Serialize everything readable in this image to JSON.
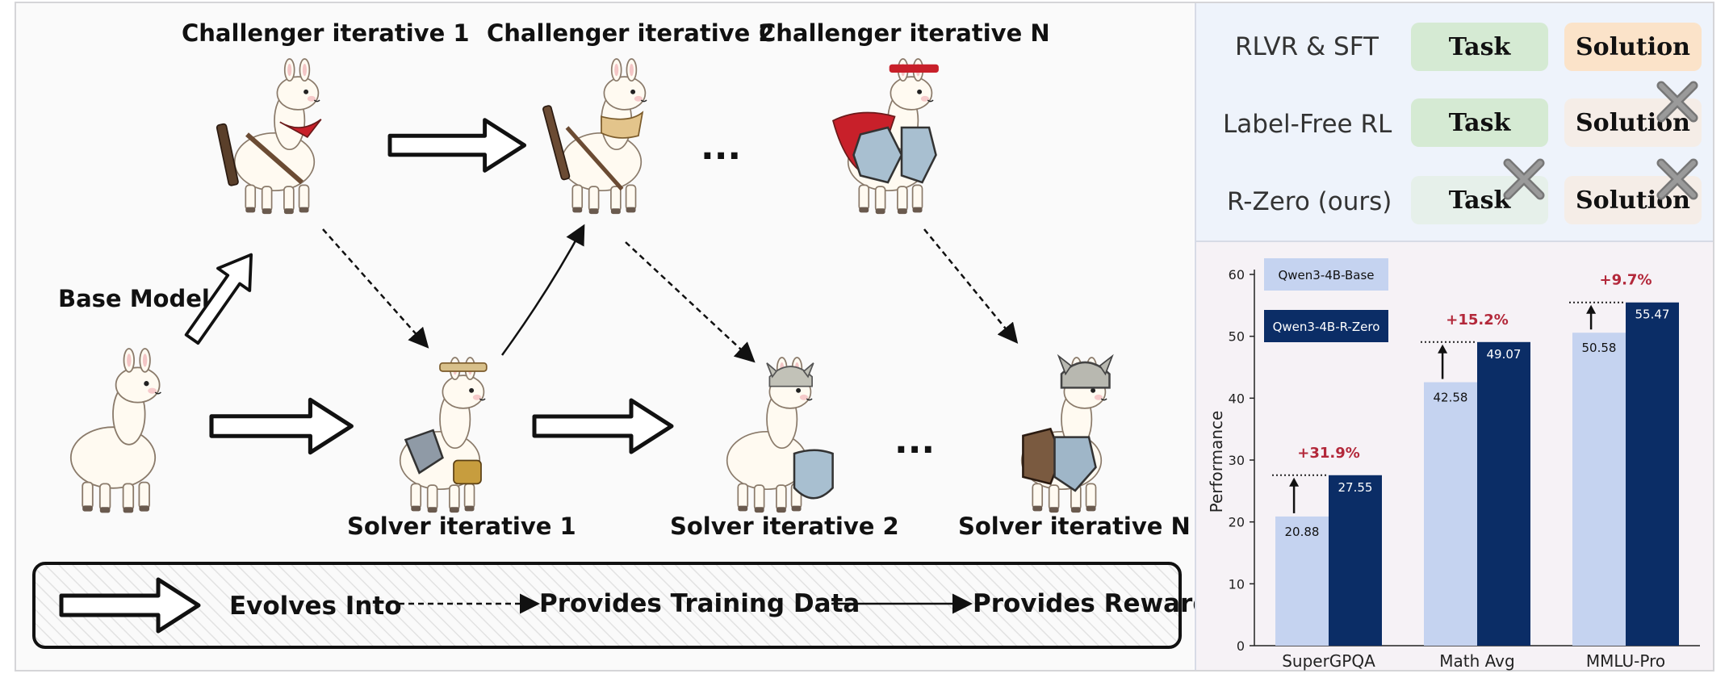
{
  "diagram": {
    "challengers": [
      "Challenger iterative 1",
      "Challenger iterative 2",
      "Challenger iterative N"
    ],
    "solvers": [
      "Solver iterative 1",
      "Solver iterative 2",
      "Solver iterative N"
    ],
    "base_model": "Base Model",
    "ellipsis": "···",
    "legend": {
      "evolves": "Evolves Into",
      "training": "Provides Training Data",
      "reward": "Provides Reward"
    }
  },
  "comparison": {
    "rows": [
      {
        "label": "RLVR & SFT",
        "task": "Task",
        "solution": "Solution"
      },
      {
        "label": "Label-Free RL",
        "task": "Task",
        "solution": "Solution"
      },
      {
        "label": "R-Zero (ours)",
        "task": "Task",
        "solution": "Solution"
      }
    ]
  },
  "chart_data": {
    "type": "bar",
    "categories": [
      "SuperGPQA",
      "Math Avg",
      "MMLU-Pro"
    ],
    "series": [
      {
        "name": "Qwen3-4B-Base",
        "values": [
          20.88,
          42.58,
          50.58
        ],
        "color": "#c5d3f0"
      },
      {
        "name": "Qwen3-4B-R-Zero",
        "values": [
          27.55,
          49.07,
          55.47
        ],
        "color": "#0b2d66"
      }
    ],
    "gains": [
      "+31.9%",
      "+15.2%",
      "+9.7%"
    ],
    "gain_color": "#b3283a",
    "ylabel": "Performance",
    "ylim": [
      0,
      60
    ],
    "yticks": [
      0,
      10,
      20,
      30,
      40,
      50,
      60
    ],
    "legend_position": "top-left"
  }
}
